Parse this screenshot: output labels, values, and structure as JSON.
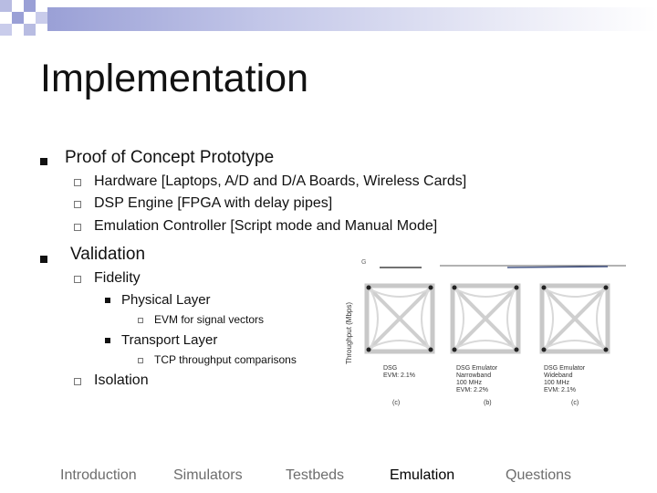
{
  "slide": {
    "title": "Implementation",
    "accent_color": "#9aa0d6"
  },
  "content": {
    "proof": {
      "label": "Proof of Concept Prototype",
      "items": [
        "Hardware [Laptops, A/D and D/A Boards, Wireless Cards]",
        "DSP Engine [FPGA with delay pipes]",
        "Emulation Controller [Script mode and Manual Mode]"
      ]
    },
    "validation": {
      "label": "Validation",
      "fidelity": {
        "label": "Fidelity",
        "physical": {
          "label": "Physical Layer",
          "detail": "EVM for signal vectors"
        },
        "transport": {
          "label": "Transport Layer",
          "detail": "TCP throughput comparisons"
        }
      },
      "isolation": {
        "label": "Isolation"
      }
    }
  },
  "figure": {
    "axis_label": "Throughput (Mbps)",
    "panels": [
      {
        "lines": [
          "DSG",
          "EVM: 2.1%"
        ],
        "caption": "(c)"
      },
      {
        "lines": [
          "DSG Emulator",
          "Narrowband",
          "100 MHz",
          "EVM: 2.2%"
        ],
        "caption": "(b)"
      },
      {
        "lines": [
          "DSG Emulator",
          "Wideband",
          "100 MHz",
          "EVM: 2.1%"
        ],
        "caption": "(c)"
      }
    ]
  },
  "nav": {
    "items": [
      {
        "label": "Introduction",
        "active": false
      },
      {
        "label": "Simulators",
        "active": false
      },
      {
        "label": "Testbeds",
        "active": false
      },
      {
        "label": "Emulation",
        "active": true
      },
      {
        "label": "Questions",
        "active": false
      }
    ]
  }
}
